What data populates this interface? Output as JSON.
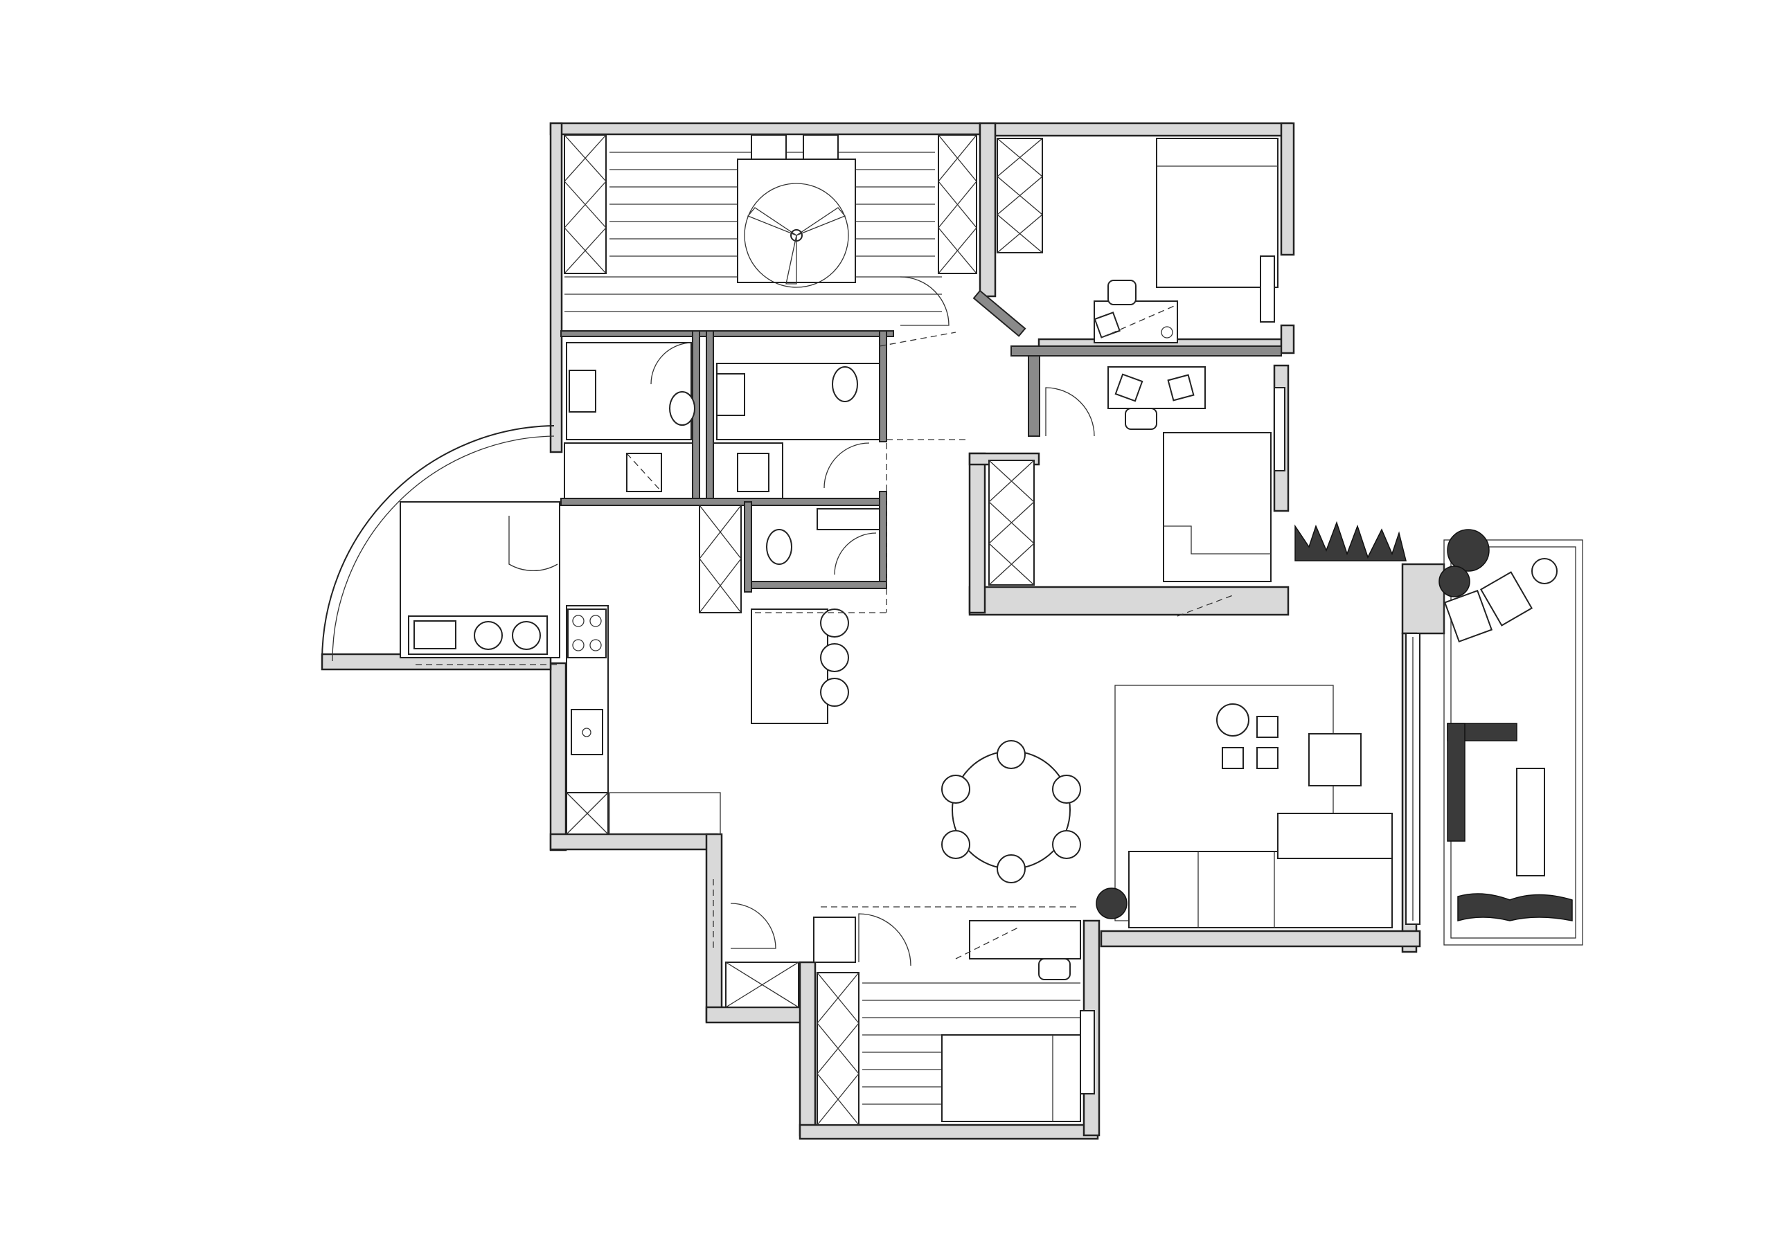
{
  "drawing": {
    "type": "architectural floor plan",
    "text_labels": []
  },
  "colors": {
    "line": "#222222",
    "wall_fill": "#d9d9d9",
    "background": "#ffffff"
  },
  "rooms": [
    {
      "id": "master-bedroom",
      "icon": "double-bed-icon"
    },
    {
      "id": "bedroom-2",
      "icon": "double-bed-icon"
    },
    {
      "id": "bedroom-3",
      "icon": "double-bed-icon"
    },
    {
      "id": "bedroom-4",
      "icon": "single-bed-icon"
    },
    {
      "id": "bathroom-1",
      "icon": "toilet-icon"
    },
    {
      "id": "bathroom-2",
      "icon": "toilet-icon"
    },
    {
      "id": "guest-wc",
      "icon": "toilet-icon"
    },
    {
      "id": "kitchen",
      "icon": "cooktop-icon"
    },
    {
      "id": "laundry",
      "icon": "washing-machine-icon"
    },
    {
      "id": "dining",
      "icon": "round-table-icon"
    },
    {
      "id": "living-room",
      "icon": "sofa-icon"
    },
    {
      "id": "terrace",
      "icon": "plant-icon"
    }
  ]
}
